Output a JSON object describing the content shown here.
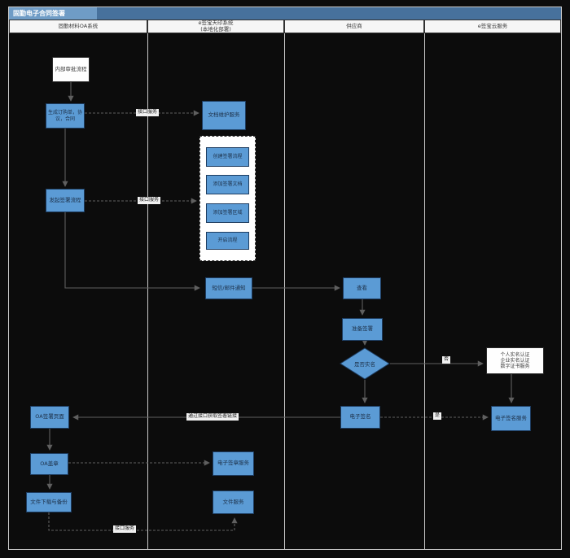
{
  "title": "固勤电子合同签署",
  "lanes": {
    "oa": "固勤材料OA系统",
    "tianyin_line1": "e签宝天印系统",
    "tianyin_line2": "(本地化部署)",
    "supplier": "供应商",
    "cloud": "e签宝云服务"
  },
  "nodes": {
    "internal_approval": "内部审批流程",
    "generate_order": "生成订购单，协议，合同",
    "initiate_sign": "发起签署流程",
    "oa_sign_page": "OA签署页面",
    "oa_stamp": "OA盖章",
    "file_download": "文件下载与备份",
    "doc_service": "文档维护服务",
    "create_flow": "创建签署流程",
    "add_doc": "添加签署文档",
    "add_area": "添加签署区域",
    "start_flow": "开启流程",
    "sms_notify": "短信/邮件通知",
    "eseal_service": "电子签章服务",
    "file_service": "文件服务",
    "view": "查看",
    "prepare_sign": "准备签署",
    "realname_check": "是否实名",
    "esign": "电子签名",
    "auth_line1": "个人实名认证",
    "auth_line2": "企业实名认证",
    "auth_line3": "数字证书服务",
    "esign_service": "电子签名服务"
  },
  "edge_labels": {
    "api_top": "接口服务",
    "api_mid": "接口服务",
    "api_bottom": "接口服务",
    "get_link": "通过接口获取签署链接",
    "yes": "是",
    "no": "否"
  },
  "colors": {
    "node_fill": "#5b9bd5",
    "node_border": "#1d3c60",
    "title_bar": "#47719c",
    "title_chip": "#6f9cc6",
    "connector": "#5f5f5f",
    "lane_line": "#c9c9c9"
  }
}
